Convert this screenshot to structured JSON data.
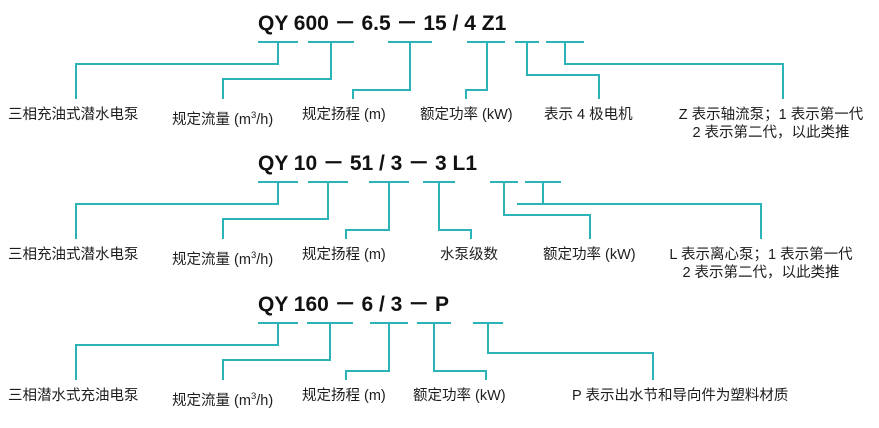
{
  "meta": {
    "accent_color": "#2bb3b8",
    "text_color": "#1d1d1a",
    "background": "#ffffff"
  },
  "sections": [
    {
      "id": "qy600",
      "code": "QY 600 － 6.5 － 15 / 4 Z1",
      "code_tokens": [
        "QY",
        "600",
        "－",
        "6.5",
        "－",
        "15",
        "/",
        "4",
        "Z1"
      ],
      "labels": [
        {
          "id": "label-three-phase-pump",
          "text": "三相充油式潜水电泵",
          "text2": ""
        },
        {
          "id": "label-rated-flow",
          "pre": "规定流量 (m",
          "sup": "3",
          "post": "/h)",
          "text": "规定流量 (m3/h)",
          "text2": ""
        },
        {
          "id": "label-rated-head",
          "text": "规定扬程 (m)",
          "text2": ""
        },
        {
          "id": "label-rated-power",
          "text": "额定功率 (kW)",
          "text2": ""
        },
        {
          "id": "label-4-pole-motor",
          "text": "表示 4 极电机",
          "text2": ""
        },
        {
          "id": "label-series-code",
          "text": "Z 表示轴流泵；1 表示第一代",
          "text2": "2 表示第二代，以此类推"
        }
      ]
    },
    {
      "id": "qy10",
      "code": "QY 10 － 51 / 3 － 3 L1",
      "code_tokens": [
        "QY",
        "10",
        "－",
        "51",
        "/",
        "3",
        "－",
        "3",
        "L1"
      ],
      "labels": [
        {
          "id": "label-three-phase-pump",
          "text": "三相充油式潜水电泵",
          "text2": ""
        },
        {
          "id": "label-rated-flow",
          "pre": "规定流量 (m",
          "sup": "3",
          "post": "/h)",
          "text": "规定流量 (m3/h)",
          "text2": ""
        },
        {
          "id": "label-rated-head",
          "text": "规定扬程 (m)",
          "text2": ""
        },
        {
          "id": "label-pump-stages",
          "text": "水泵级数",
          "text2": ""
        },
        {
          "id": "label-rated-power",
          "text": "额定功率 (kW)",
          "text2": ""
        },
        {
          "id": "label-series-code",
          "text": "L 表示离心泵；1 表示第一代",
          "text2": "2 表示第二代，以此类推"
        }
      ]
    },
    {
      "id": "qy160",
      "code": "QY 160 － 6 / 3 － P",
      "code_tokens": [
        "QY",
        "160",
        "－",
        "6",
        "/",
        "3",
        "－",
        "P"
      ],
      "labels": [
        {
          "id": "label-three-phase-pump",
          "text": "三相潜水式充油电泵",
          "text2": ""
        },
        {
          "id": "label-rated-flow",
          "pre": "规定流量 (m",
          "sup": "3",
          "post": "/h)",
          "text": "规定流量 (m3/h)",
          "text2": ""
        },
        {
          "id": "label-rated-head",
          "text": "规定扬程 (m)",
          "text2": ""
        },
        {
          "id": "label-rated-power",
          "text": "额定功率 (kW)",
          "text2": ""
        },
        {
          "id": "label-plastic-material",
          "text": "P 表示出水节和导向件为塑料材质",
          "text2": ""
        }
      ]
    }
  ]
}
